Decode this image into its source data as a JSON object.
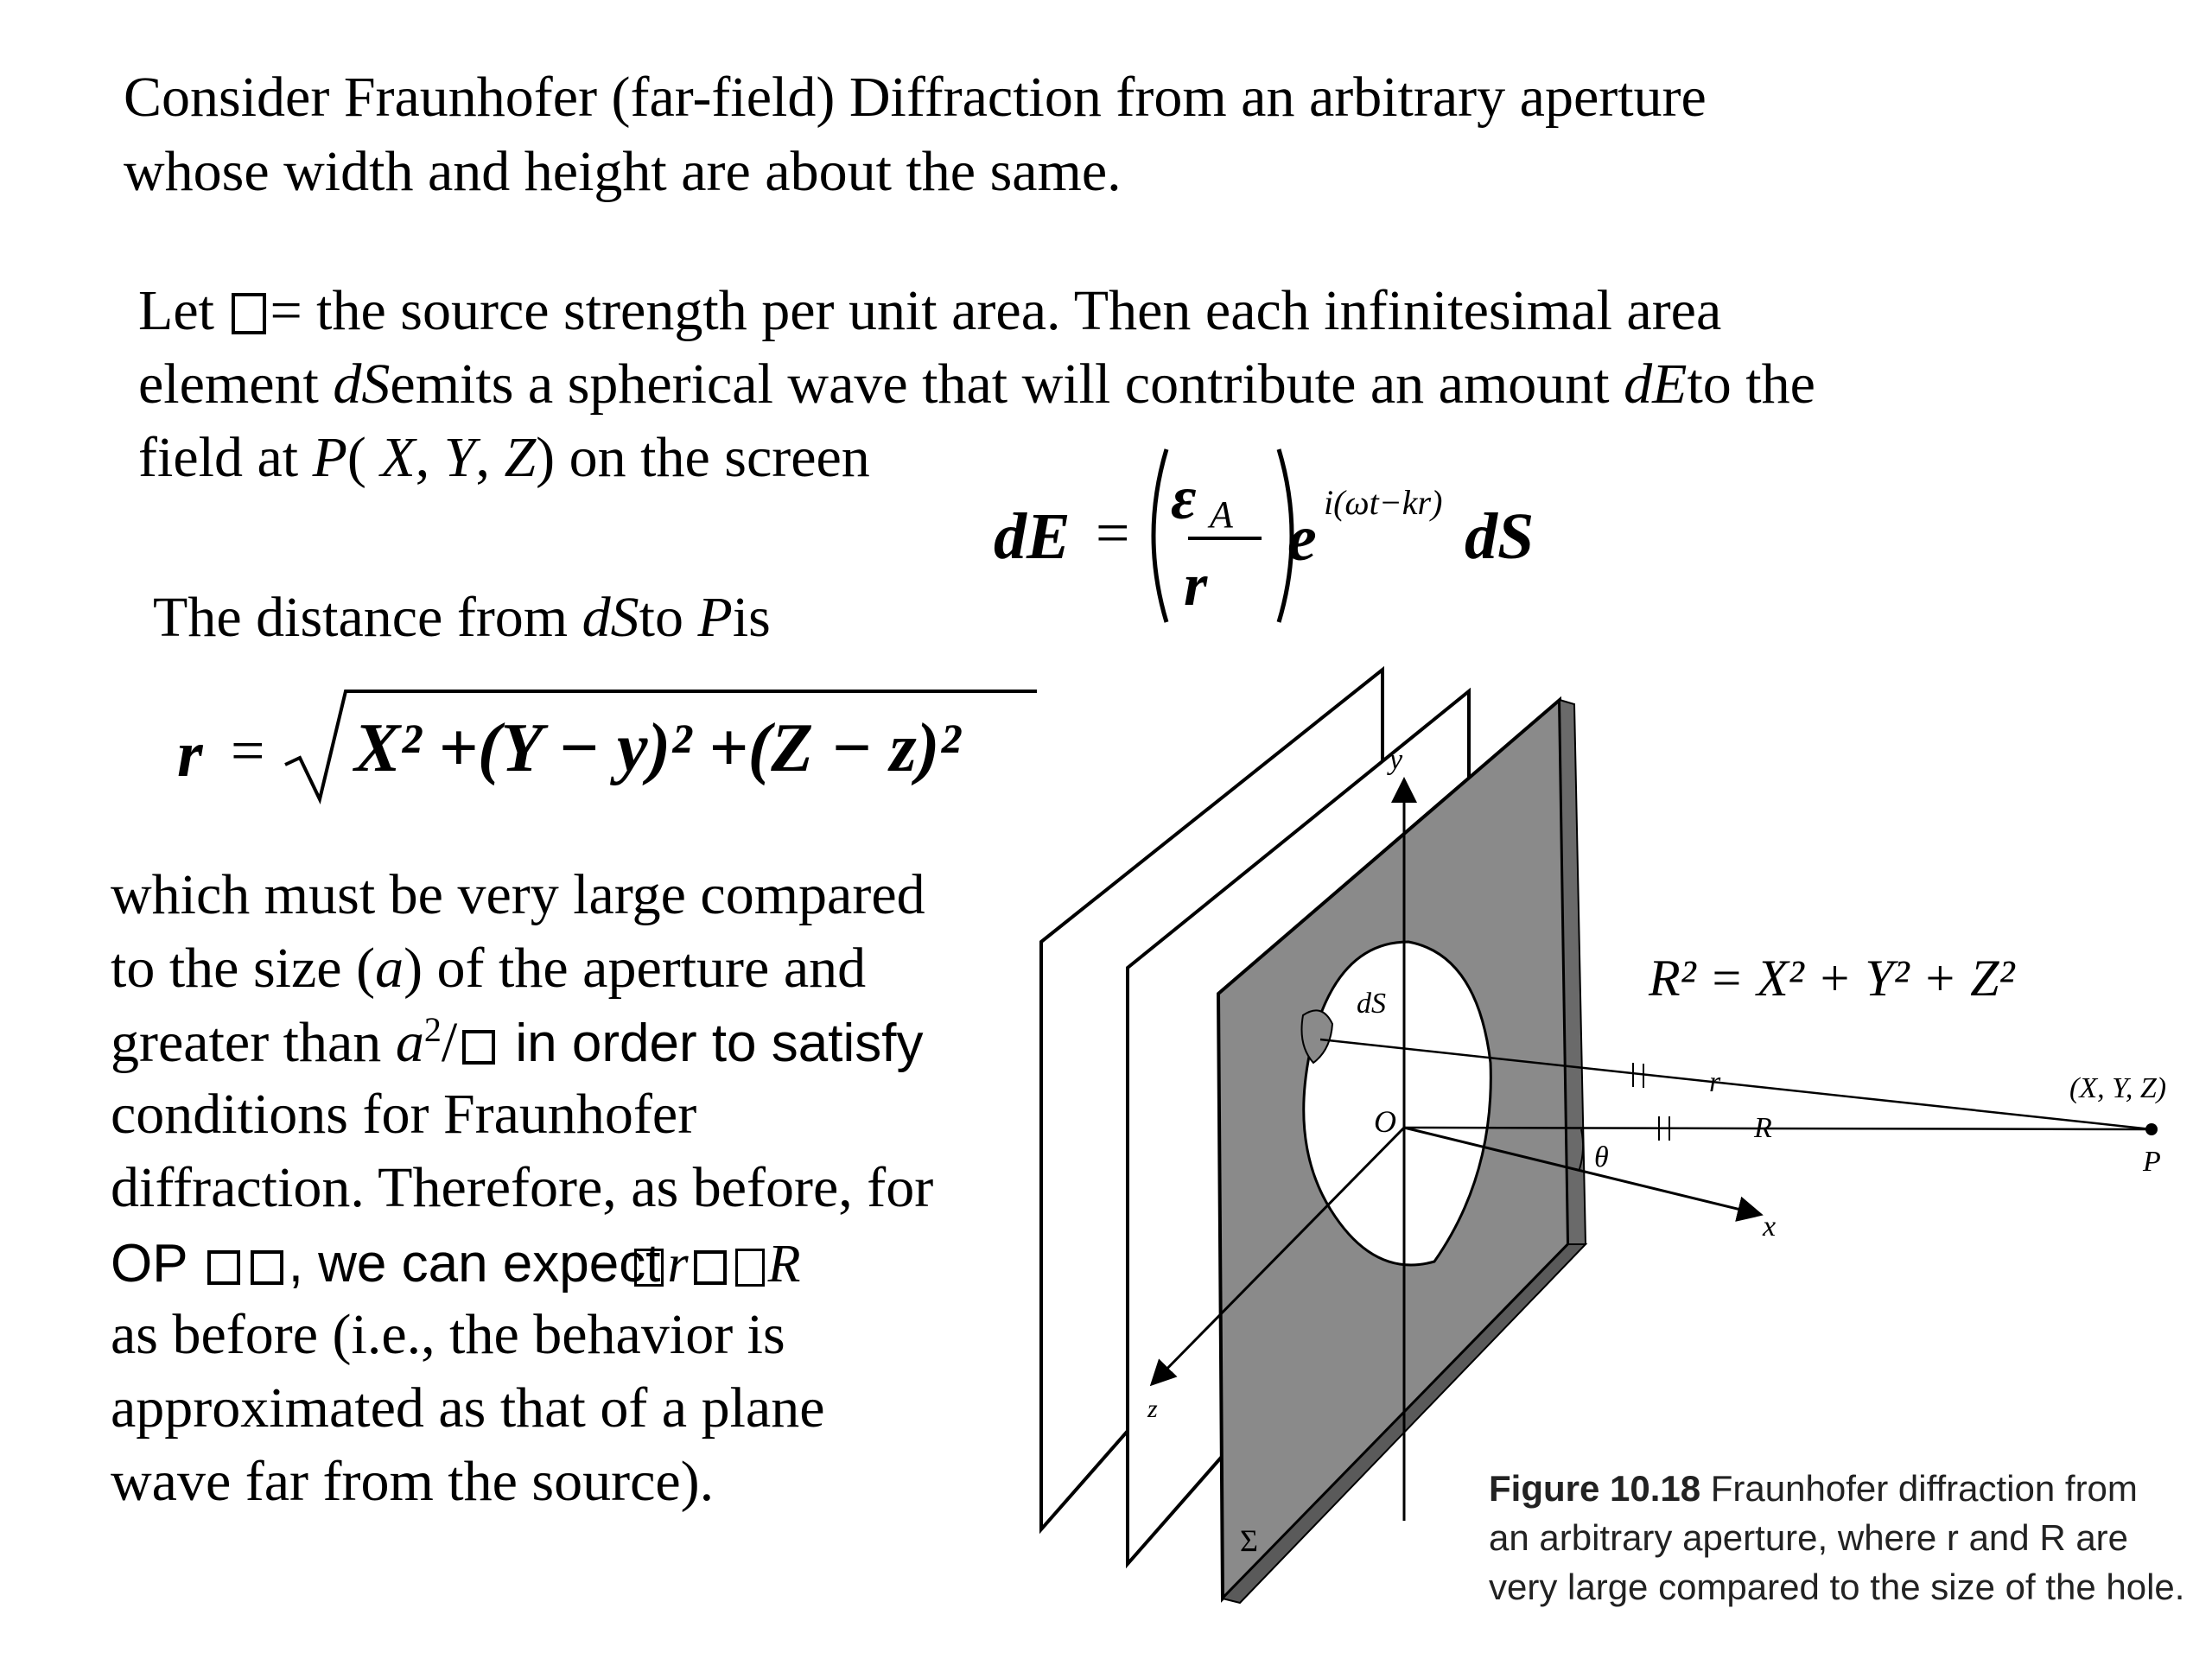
{
  "intro": {
    "line1": "Consider Fraunhofer (far-field) Diffraction from an arbitrary aperture",
    "line2": "whose width and height are about the same."
  },
  "para2": {
    "let": "Let",
    "rest1": "= the source strength per unit area. Then each infinitesimal area",
    "l2a": "element ",
    "dS": "dS",
    "l2b": "emits a spherical wave that will contribute an amount ",
    "dE": "dE",
    "l2c": "to the",
    "l3a": "field at ",
    "P": "P",
    "l3b": "( ",
    "X": "X",
    "Y": "Y",
    "Z": "Z",
    "l3c": ") on the screen"
  },
  "equation_dE": {
    "lhs": "dE",
    "eq": "=",
    "num": "ε",
    "num_sub": "A",
    "den": "r",
    "e": "e",
    "exponent": "i(ωt−kr)",
    "dS": "dS"
  },
  "distance": {
    "a": "The distance from ",
    "dS": "dS",
    "b": "to  ",
    "P": "P",
    "c": "is"
  },
  "equation_r": {
    "lhs": "r",
    "eq": "=",
    "radicand": "X² +(Y − y)² +(Z − z)²"
  },
  "para3": {
    "l1": "which must be very large compared",
    "l2a": "to the size (",
    "l2a_it": "a",
    "l2b": ") of the aperture and",
    "l3a": "greater than ",
    "l3_it": "a",
    "l3_sup": "2",
    "l3b": "/",
    "l3c": " in order to satisfy",
    "l4": "conditions for Fraunhofer",
    "l5": "diffraction. Therefore, as before, for",
    "l6a": "OP ",
    "l6b": ", we can expect",
    "l6_r": "r",
    "l6_R": "R",
    "l7": "as before (i.e., the behavior is",
    "l8": "approximated as that of a plane",
    "l9": "wave far from the source)."
  },
  "figure": {
    "label_y": "y",
    "label_x": "x",
    "label_z": "z",
    "label_dS": "dS",
    "label_O": "O",
    "label_theta": "θ",
    "label_r": "r",
    "label_R": "R",
    "label_XYZ": "(X, Y, Z)",
    "label_P": "P",
    "label_Sigma": "Σ",
    "eq_R": "R² = X² + Y² + Z²"
  },
  "caption": {
    "bold": "Figure 10.18",
    "l1": "Fraunhofer diffraction from",
    "l2": "an arbitrary aperture, where r and R are",
    "l3": "very large compared to the size of the hole."
  },
  "colors": {
    "screen": "#8a8a8a",
    "screen_dark": "#5a5a5a",
    "caption_text": "#222222"
  }
}
